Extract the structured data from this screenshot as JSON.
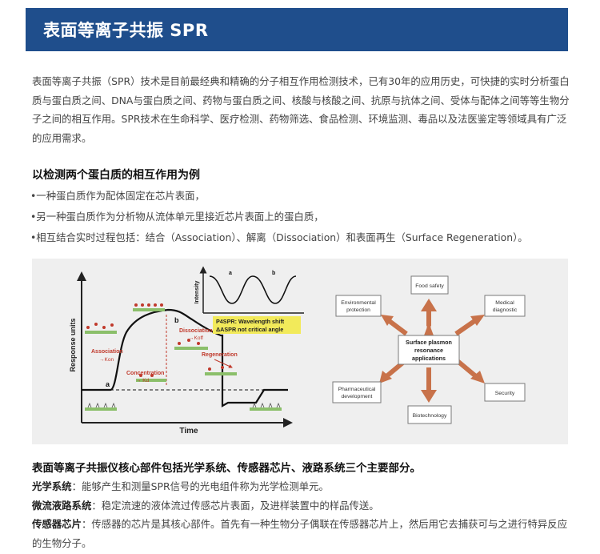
{
  "banner": {
    "title": "表面等离子共振 SPR"
  },
  "intro": {
    "text": "表面等离子共振（SPR）技术是目前最经典和精确的分子相互作用检测技术，已有30年的应用历史，可快捷的实时分析蛋白质与蛋白质之间、DNA与蛋白质之间、药物与蛋白质之间、核酸与核酸之间、抗原与抗体之间、受体与配体之间等等生物分子之间的相互作用。SPR技术在生命科学、医疗检测、药物筛选、食品检测、环境监测、毒品以及法医鉴定等领域具有广泛的应用需求。"
  },
  "example": {
    "heading": "以检测两个蛋白质的相互作用为例",
    "bullets": [
      "•一种蛋白质作为配体固定在芯片表面，",
      "•另一种蛋白质作为分析物从流体单元里接近芯片表面上的蛋白质，",
      "•相互结合实时过程包括：结合（Association）、解离（Dissociation）和表面再生（Surface Regeneration）。"
    ]
  },
  "figure": {
    "sensorgram": {
      "y_axis": "Response units",
      "x_axis": "Time",
      "point_a": "a",
      "point_b": "b",
      "association": "Association",
      "kon": "→Kon",
      "concentration": "Concentration",
      "concentration_k": "→ Kd",
      "dissociation": "Dissociation",
      "koff": "→Koff",
      "regeneration": "Regeneration"
    },
    "inset": {
      "y_axis": "Intensity",
      "peak_a": "a",
      "peak_b": "b",
      "label_line1": "P4SPR: Wavelength shift",
      "label_line2": "ΔASPR not critical angle"
    },
    "applications": {
      "center_line1": "Surface plasmon",
      "center_line2": "resonance",
      "center_line3": "applications",
      "food_safety": "Food safety",
      "environmental_line1": "Environmental",
      "environmental_line2": "protection",
      "medical_line1": "Medical",
      "medical_line2": "diagnostic",
      "pharmaceutical_line1": "Pharmaceutical",
      "pharmaceutical_line2": "development",
      "security": "Security",
      "biotechnology": "Biotechnology"
    },
    "colors": {
      "arrow": "#c8724a",
      "box_border": "#7a7a7a",
      "highlight": "#f2ea5a",
      "chip": "#8bbf6a",
      "analyte": "#c0392b"
    }
  },
  "components": {
    "heading": "表面等离子共振仪核心部件包括光学系统、传感器芯片、液路系统三个主要部分。",
    "items": [
      {
        "term": "光学系统",
        "desc": "：能够产生和测量SPR信号的光电组件称为光学检测单元。"
      },
      {
        "term": "微流液路系统",
        "desc": "：稳定流速的液体流过传感芯片表面，及进样装置中的样品传送。"
      },
      {
        "term": "传感器芯片",
        "desc": "：传感器的芯片是其核心部件。首先有一种生物分子偶联在传感器芯片上，然后用它去捕获可与之进行特异反应的生物分子。"
      }
    ]
  }
}
